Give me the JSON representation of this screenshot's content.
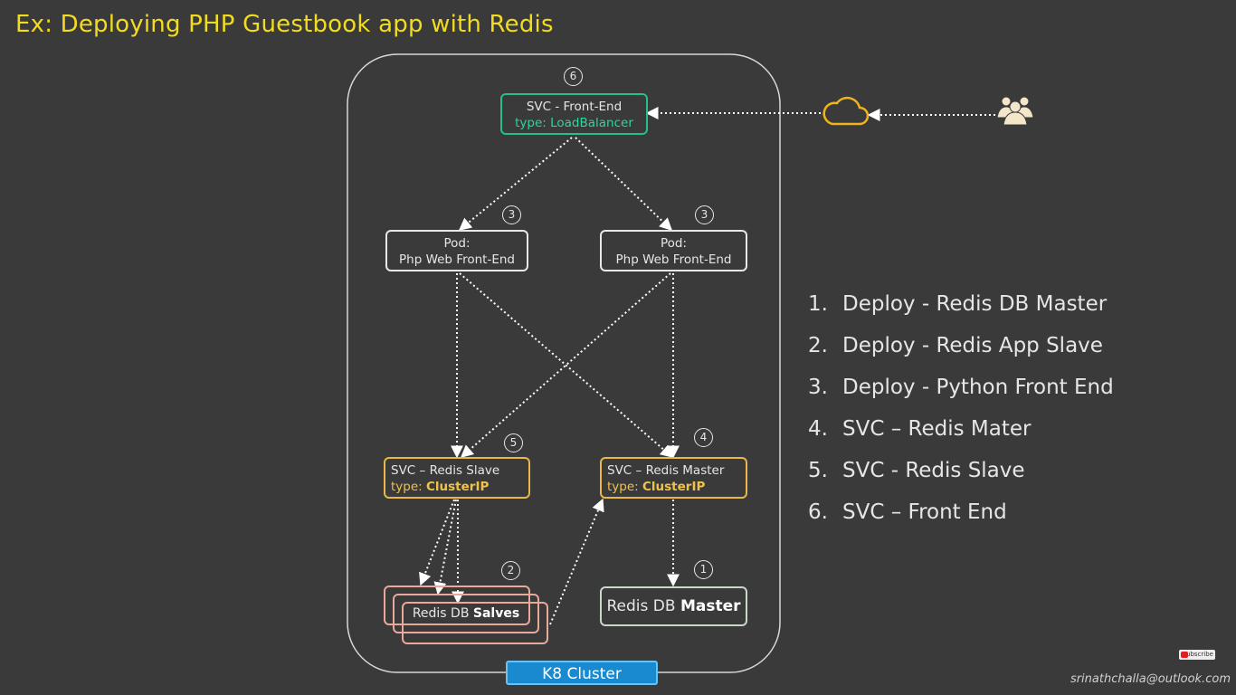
{
  "title": "Ex: Deploying PHP Guestbook app with Redis",
  "cluster_label": "K8 Cluster",
  "nodes": {
    "svc_frontend": {
      "line1": "SVC - Front-End",
      "type_prefix": "type: ",
      "type_value": "LoadBalancer",
      "number": "6"
    },
    "pod_left": {
      "line1": "Pod:",
      "line2": "Php Web Front-End",
      "number": "3"
    },
    "pod_right": {
      "line1": "Pod:",
      "line2": "Php Web Front-End",
      "number": "3"
    },
    "svc_slave": {
      "line1": "SVC – Redis Slave",
      "type_prefix": "type: ",
      "type_value": "ClusterIP",
      "number": "5"
    },
    "svc_master": {
      "line1": "SVC – Redis Master",
      "type_prefix": "type: ",
      "type_value": "ClusterIP",
      "number": "4"
    },
    "redis_slaves": {
      "prefix": "Redis DB ",
      "bold": "Salves",
      "number": "2"
    },
    "redis_master": {
      "prefix": "Redis DB ",
      "bold": "Master",
      "number": "1"
    }
  },
  "steps": [
    {
      "num": "1.",
      "text": "Deploy - Redis DB Master"
    },
    {
      "num": "2.",
      "text": "Deploy - Redis App Slave"
    },
    {
      "num": "3.",
      "text": "Deploy - Python Front End"
    },
    {
      "num": "4.",
      "text": "SVC – Redis Mater"
    },
    {
      "num": "5.",
      "text": "SVC - Redis Slave"
    },
    {
      "num": "6.",
      "text": "SVC – Front End"
    }
  ],
  "footer": {
    "email": "srinathchalla@outlook.com",
    "subscribe": "Subscribe"
  },
  "icons": {
    "cloud": "cloud-icon",
    "users": "users-icon"
  },
  "colors": {
    "title": "#f2dc1f",
    "loadbalancer": "#22c08a",
    "clusterip": "#e8b84a",
    "cluster_label": "#1a8ad0"
  }
}
